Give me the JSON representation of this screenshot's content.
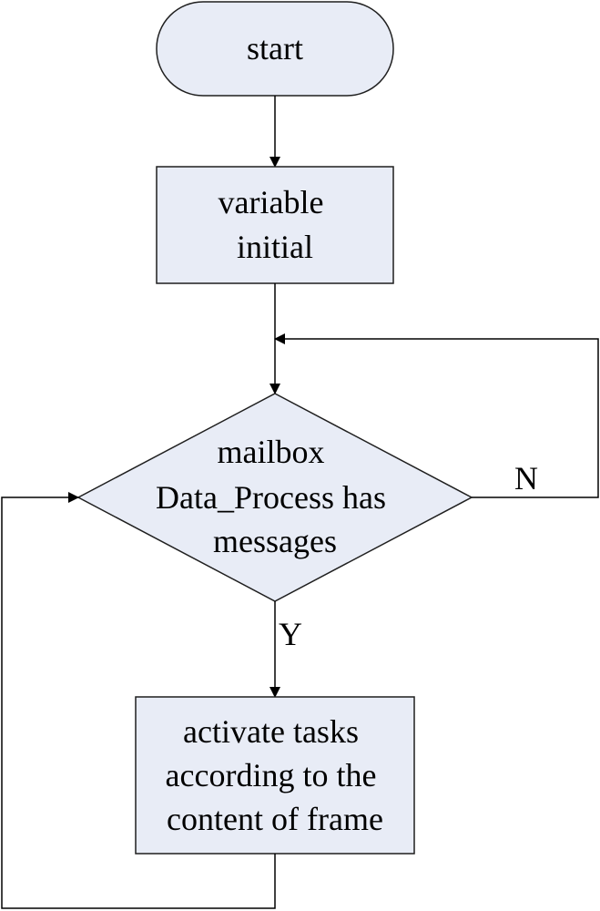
{
  "diagram": {
    "colors": {
      "node_fill": "#e8ecf6",
      "stroke": "#1f1f1f",
      "text": "#000000"
    },
    "nodes": {
      "start": {
        "label": "start"
      },
      "init": {
        "lines": [
          "variable",
          "initial"
        ]
      },
      "decision": {
        "lines": [
          "mailbox",
          "Data_Process has",
          "messages"
        ]
      },
      "activate": {
        "lines": [
          "activate tasks",
          "according to the",
          "content of frame"
        ]
      }
    },
    "edges": {
      "yes_label": "Y",
      "no_label": "N"
    }
  }
}
